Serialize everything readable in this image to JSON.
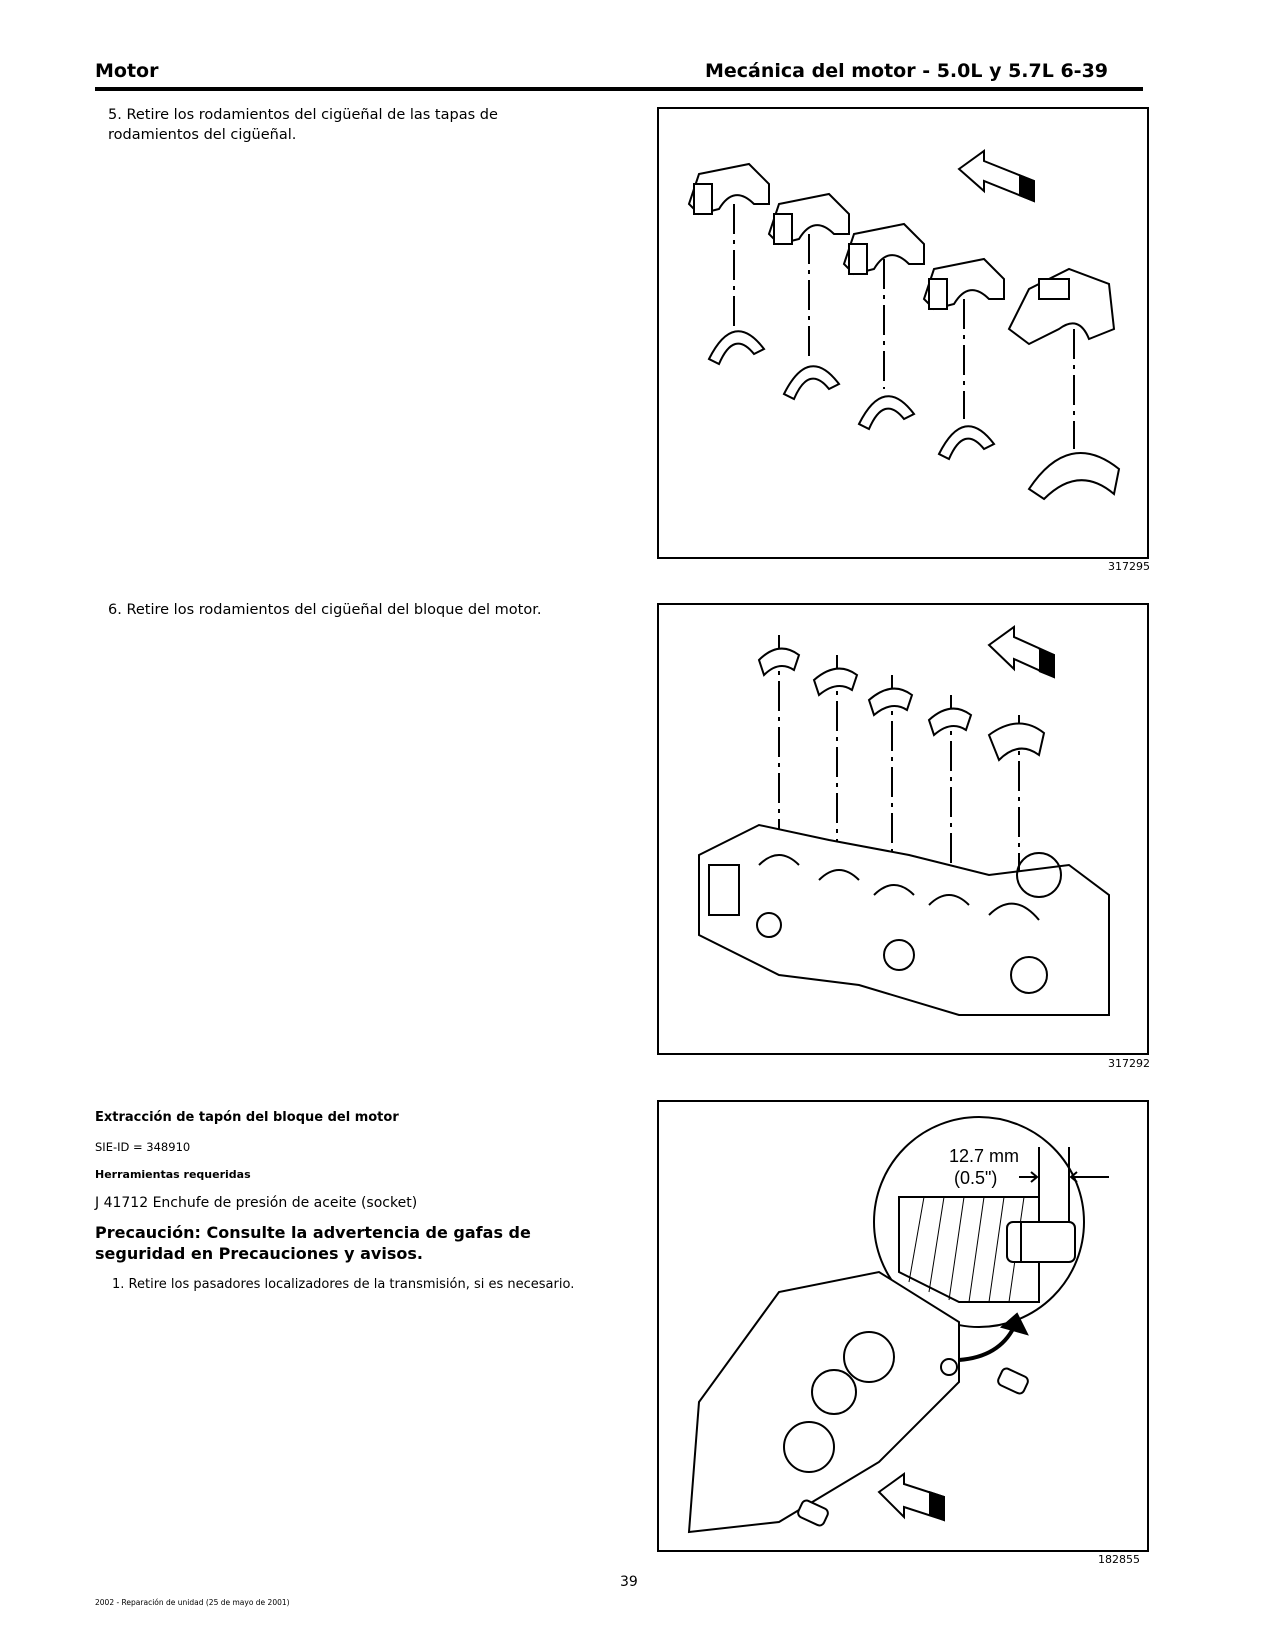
{
  "header": {
    "left_title": "Motor",
    "right_title": "Mecánica del motor - 5.0L y 5.7L 6-39"
  },
  "steps": [
    {
      "text": "5. Retire los rodamientos del cigüeñal de las tapas de rodamientos del cigüeñal."
    },
    {
      "text": "6. Retire los rodamientos del cigüeñal del bloque del motor."
    }
  ],
  "figures": [
    {
      "id": "317295",
      "icon": "main-bearing-caps-illustration"
    },
    {
      "id": "317292",
      "icon": "engine-block-bearings-illustration"
    },
    {
      "id": "182855",
      "icon": "locator-pin-illustration",
      "dim_text": "12.7 mm",
      "dim_text2": "(0.5\")"
    }
  ],
  "procedure": {
    "title": "Extracción de tapón del bloque del motor",
    "sie_id": "SIE-ID = 348910",
    "tools_heading": "Herramientas requeridas",
    "tool": "J 41712 Enchufe de presión de aceite (socket)",
    "caution": "Precaución: Consulte la advertencia de gafas de seguridad en Precauciones y avisos.",
    "step1": "1. Retire los pasadores localizadores de la transmisión, si es necesario."
  },
  "page_number": "39",
  "footer": "2002 - Reparación de unidad (25 de mayo de 2001)"
}
